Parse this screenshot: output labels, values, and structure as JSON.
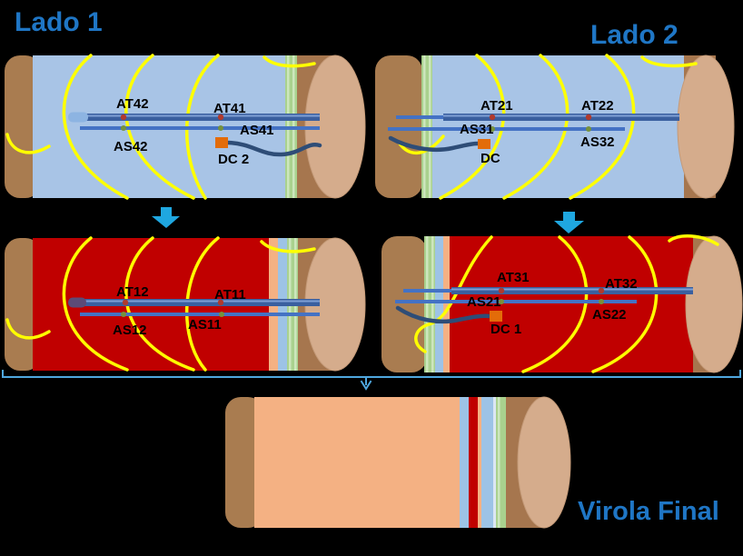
{
  "titles": {
    "lado1": "Lado 1",
    "lado2": "Lado 2",
    "virola_final": "Virola Final"
  },
  "cylinders": {
    "top_left": {
      "sensors": {
        "at1": "AT42",
        "at2": "AT41",
        "as1": "AS42",
        "as2": "AS41",
        "dc": "DC 2"
      }
    },
    "top_right": {
      "sensors": {
        "at1": "AT21",
        "at2": "AT22",
        "as1": "AS31",
        "as2": "AS32",
        "dc": "DC"
      }
    },
    "bottom_left": {
      "sensors": {
        "at1": "AT12",
        "at2": "AT11",
        "as1": "AS12",
        "as2": "AS11"
      }
    },
    "bottom_right": {
      "sensors": {
        "at1": "AT31",
        "at2": "AT32",
        "as1": "AS21",
        "as2": "AS22",
        "dc": "DC 1"
      }
    }
  },
  "colors": {
    "page_bg": "#000000",
    "title_blue": "#1f76c5",
    "label_black": "#000000",
    "shell_blue": "#a8c4e6",
    "shell_red": "#c00000",
    "shell_peach": "#f4b183",
    "stripe_green": "#a9d18e",
    "stripe_green_light": "#cde6bd",
    "stripe_blue": "#9dc3e6",
    "stripe_pale": "#dce6f2",
    "cap_brown": "#a97c50",
    "band_brown": "#a6764e",
    "face_tan": "#d5ac8c",
    "face_edge": "#c49a78",
    "tube_dark": "#3a5f9f",
    "tube_highlight": "#7e9fd4",
    "tube_light": "#4472c4",
    "bar_cap_blue": "#8db4e2",
    "bar_cap_purple": "#5c4b77",
    "sensor_red": "#b03a2e",
    "sensor_green": "#76923c",
    "dc_orange": "#e36c09",
    "cable_navy": "#2e4d77",
    "wire_yellow": "#ffff00",
    "arrow_cyan": "#1fa7e0",
    "bracket_blue": "#4fa7df"
  }
}
